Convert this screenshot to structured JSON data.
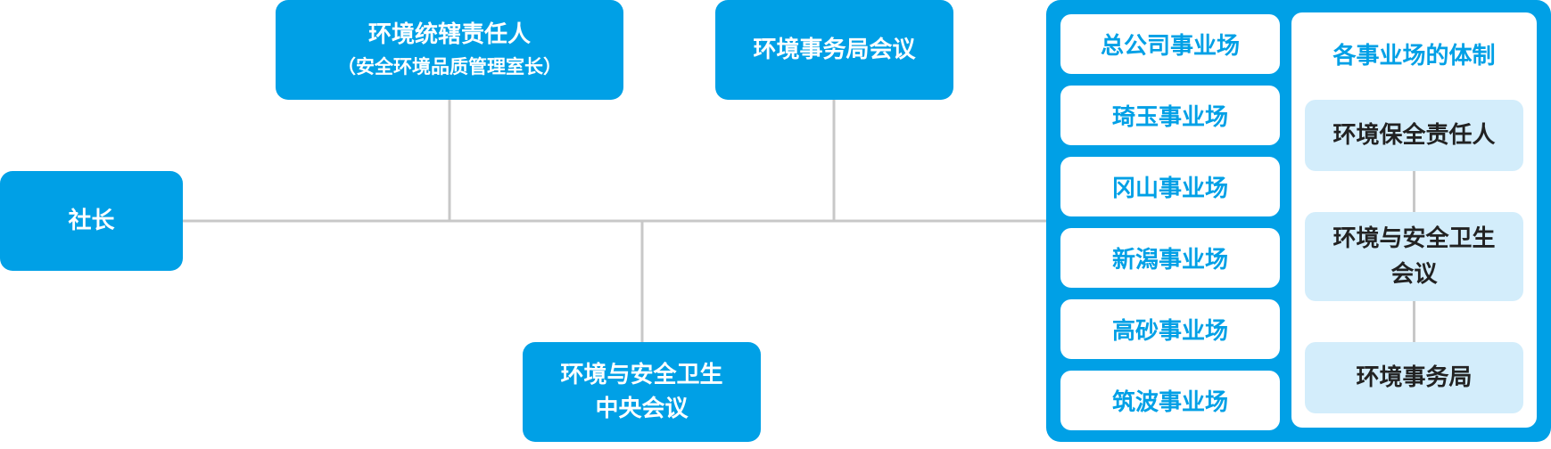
{
  "nodes": {
    "president": "社长",
    "env_manager": {
      "line1": "环境统辖责任人",
      "line2": "（安全环境品质管理室长）"
    },
    "env_office_meeting": "环境事务局会议",
    "central_meeting": {
      "line1": "环境与安全卫生",
      "line2": "中央会议"
    }
  },
  "sites": [
    "总公司事业场",
    "琦玉事业场",
    "冈山事业场",
    "新潟事业场",
    "高砂事业场",
    "筑波事业场"
  ],
  "site_system": {
    "title": "各事业场的体制",
    "levels": [
      {
        "line1": "环境保全责任人",
        "line2": ""
      },
      {
        "line1": "环境与安全卫生",
        "line2": "会议"
      },
      {
        "line1": "环境事务局",
        "line2": ""
      }
    ]
  },
  "colors": {
    "primary": "#00a0e6",
    "light": "#d3edfb",
    "connector": "#c8c8c8",
    "dark_text": "#222222"
  }
}
